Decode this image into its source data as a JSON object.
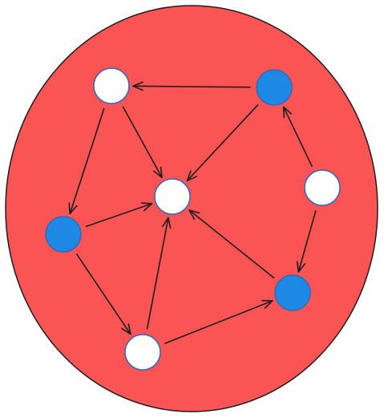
{
  "diagram": {
    "container": {
      "shape": "ellipse",
      "fill": "#fa5455",
      "stroke": "#1e1e1e"
    },
    "node_colors": {
      "white": "#ffffff",
      "blue": "#1e88e5",
      "border": "#3566b5"
    },
    "arrow_color": "#1e1e1e",
    "nodes": [
      {
        "id": "top-left",
        "color": "white"
      },
      {
        "id": "top-right",
        "color": "blue"
      },
      {
        "id": "center",
        "color": "white"
      },
      {
        "id": "right",
        "color": "white"
      },
      {
        "id": "left",
        "color": "blue"
      },
      {
        "id": "bottom-right",
        "color": "blue"
      },
      {
        "id": "bottom",
        "color": "white"
      }
    ],
    "edges": [
      {
        "from": "top-right",
        "to": "top-left"
      },
      {
        "from": "top-left",
        "to": "center"
      },
      {
        "from": "top-right",
        "to": "center"
      },
      {
        "from": "top-left",
        "to": "left"
      },
      {
        "from": "right",
        "to": "top-right"
      },
      {
        "from": "right",
        "to": "bottom-right"
      },
      {
        "from": "left",
        "to": "center"
      },
      {
        "from": "left",
        "to": "bottom"
      },
      {
        "from": "bottom",
        "to": "center"
      },
      {
        "from": "bottom",
        "to": "bottom-right"
      },
      {
        "from": "bottom-right",
        "to": "center"
      }
    ]
  }
}
